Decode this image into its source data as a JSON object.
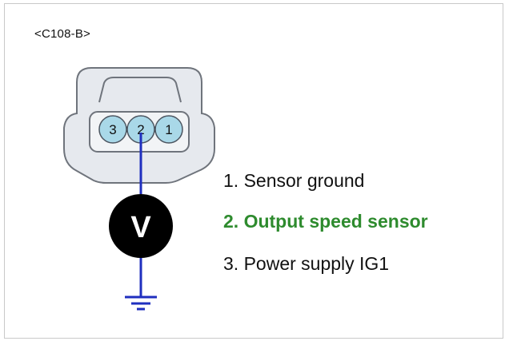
{
  "connector": {
    "id": "<C108-B>",
    "pins": [
      "3",
      "2",
      "1"
    ]
  },
  "meter": {
    "label": "V"
  },
  "legend": [
    {
      "text": "1. Sensor ground",
      "color": "#111111"
    },
    {
      "text": "2. Output speed sensor",
      "color": "#2e8b2e"
    },
    {
      "text": "3. Power supply IG1",
      "color": "#111111"
    }
  ],
  "colors": {
    "connector_fill": "#e6e9ee",
    "connector_stroke": "#6f747c",
    "pin_fill": "#a9d8e8",
    "probe_wire": "#1f2fbf",
    "meter": "#000000"
  }
}
